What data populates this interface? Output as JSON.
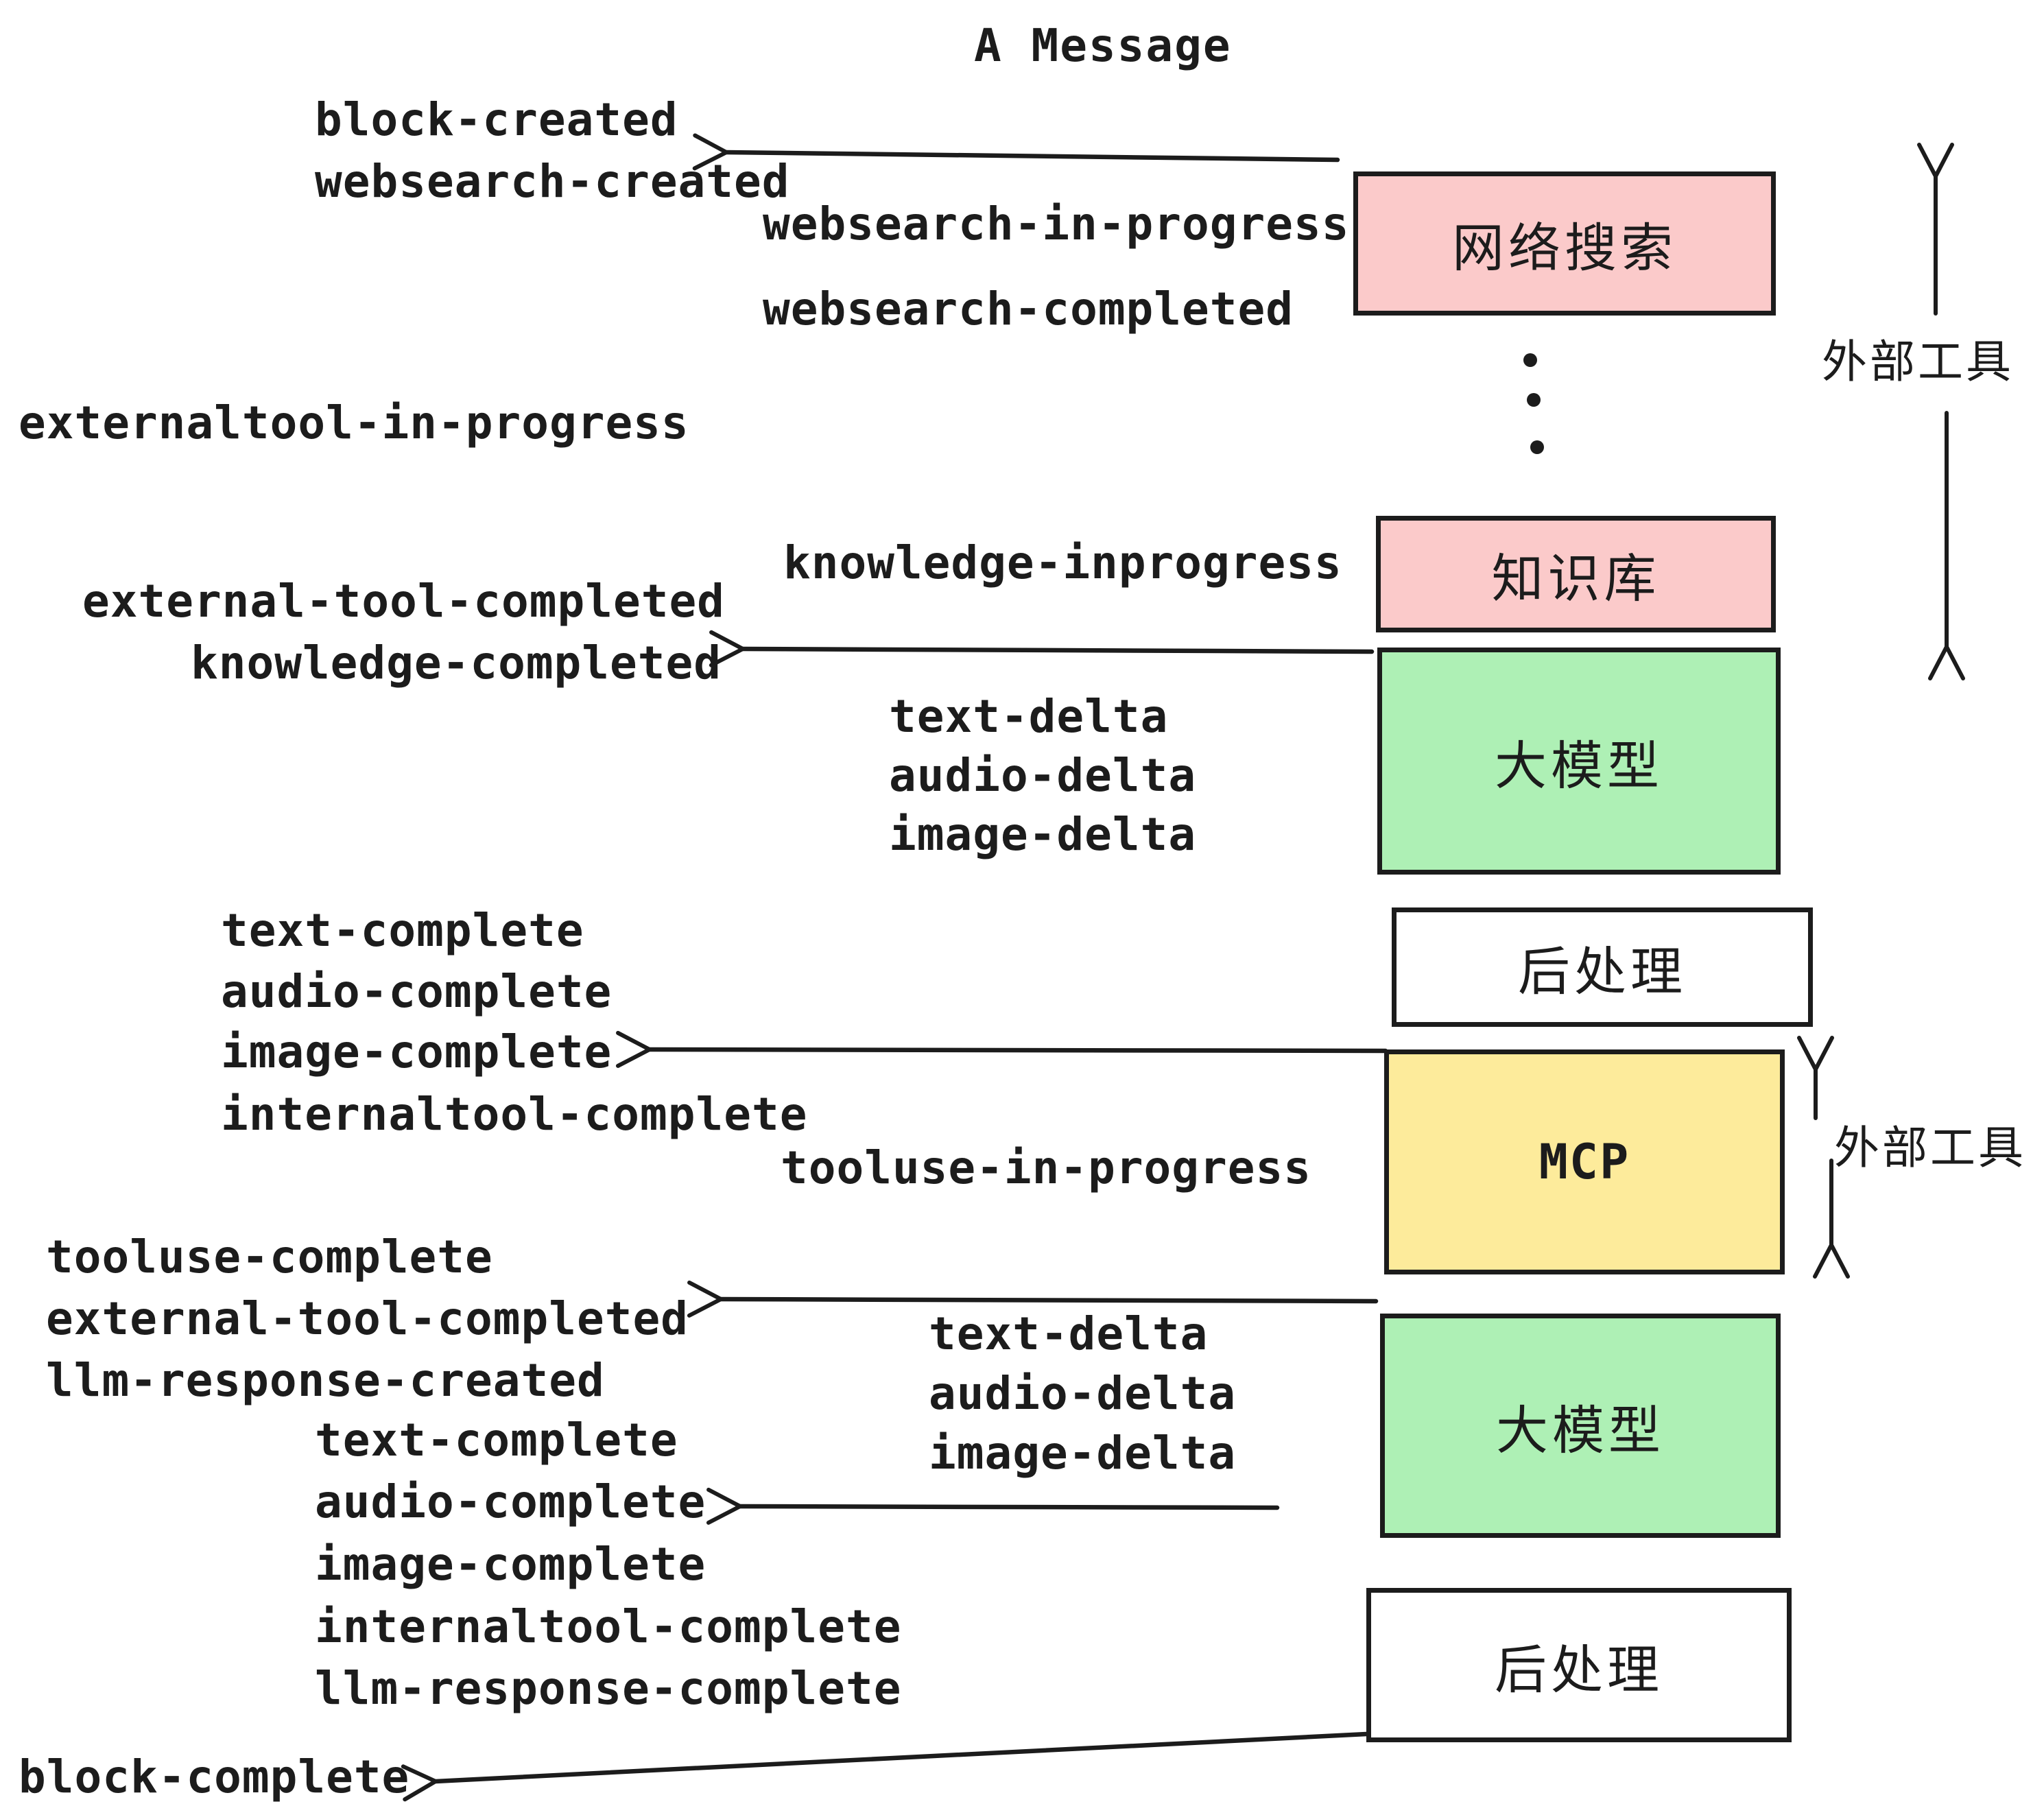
{
  "title": "A Message",
  "events": {
    "block_created": "block-created",
    "websearch_created": "websearch-created",
    "websearch_in_progress": "websearch-in-progress",
    "websearch_completed": "websearch-completed",
    "externaltool_in_progress": "externaltool-in-progress",
    "knowledge_inprogress": "knowledge-inprogress",
    "external_tool_completed_1": "external-tool-completed",
    "knowledge_completed": "knowledge-completed",
    "text_delta_1": "text-delta",
    "audio_delta_1": "audio-delta",
    "image_delta_1": "image-delta",
    "text_complete_1": "text-complete",
    "audio_complete_1": "audio-complete",
    "image_complete_1": "image-complete",
    "internaltool_complete_1": "internaltool-complete",
    "tooluse_in_progress": "tooluse-in-progress",
    "tooluse_complete": "tooluse-complete",
    "external_tool_completed_2": "external-tool-completed",
    "llm_response_created": "llm-response-created",
    "text_complete_2": "text-complete",
    "audio_complete_2": "audio-complete",
    "text_delta_2": "text-delta",
    "audio_delta_2": "audio-delta",
    "image_delta_2": "image-delta",
    "image_complete_2": "image-complete",
    "internaltool_complete_2": "internaltool-complete",
    "llm_response_complete": "llm-response-complete",
    "block_complete": "block-complete"
  },
  "boxes": {
    "websearch": "网络搜索",
    "knowledge": "知识库",
    "llm_1": "大模型",
    "postprocess_1": "后处理",
    "mcp": "MCP",
    "llm_2": "大模型",
    "postprocess_2": "后处理"
  },
  "annotations": {
    "external_tools_1": "外部工具",
    "external_tools_2": "外部工具"
  },
  "colors": {
    "pink": "#fbcaca",
    "green": "#aef0b5",
    "yellow": "#fdeb9b",
    "ink": "#1c1c1c",
    "background": "#ffffff"
  }
}
